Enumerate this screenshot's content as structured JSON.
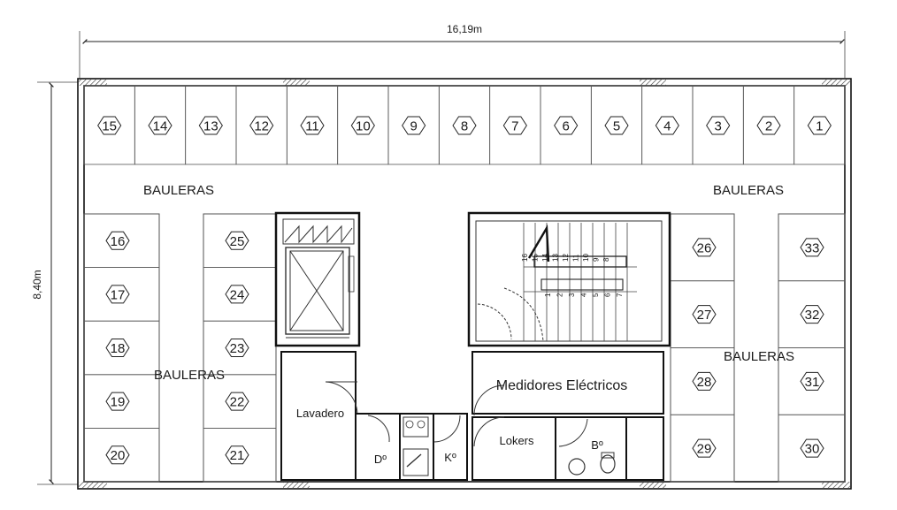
{
  "dimensions": {
    "width": "16,19m",
    "height": "8,40m"
  },
  "area_labels": {
    "top_left": "BAULERAS",
    "top_right": "BAULERAS",
    "middle_left": "BAULERAS",
    "middle_right": "BAULERAS"
  },
  "rooms": {
    "medidores": "Medidores Eléctricos",
    "lavadero": "Lavadero",
    "deposito": "Dº",
    "kitchenette": "Kº",
    "lokers": "Lokers",
    "bano": "Bº"
  },
  "storage_units": {
    "top_row": [
      "15",
      "14",
      "13",
      "12",
      "11",
      "10",
      "9",
      "8",
      "7",
      "6",
      "5",
      "4",
      "3",
      "2",
      "1"
    ],
    "left_outer": [
      "16",
      "17",
      "18",
      "19",
      "20"
    ],
    "left_inner": [
      "25",
      "24",
      "23",
      "22",
      "21"
    ],
    "right_inner": [
      "26",
      "27",
      "28",
      "29"
    ],
    "right_outer": [
      "33",
      "32",
      "31",
      "30"
    ]
  },
  "stair_steps": {
    "upper": [
      "16",
      "15",
      "14",
      "13",
      "12",
      "11",
      "10",
      "9",
      "8"
    ],
    "lower": [
      "1",
      "2",
      "3",
      "4",
      "5",
      "6",
      "7"
    ]
  }
}
